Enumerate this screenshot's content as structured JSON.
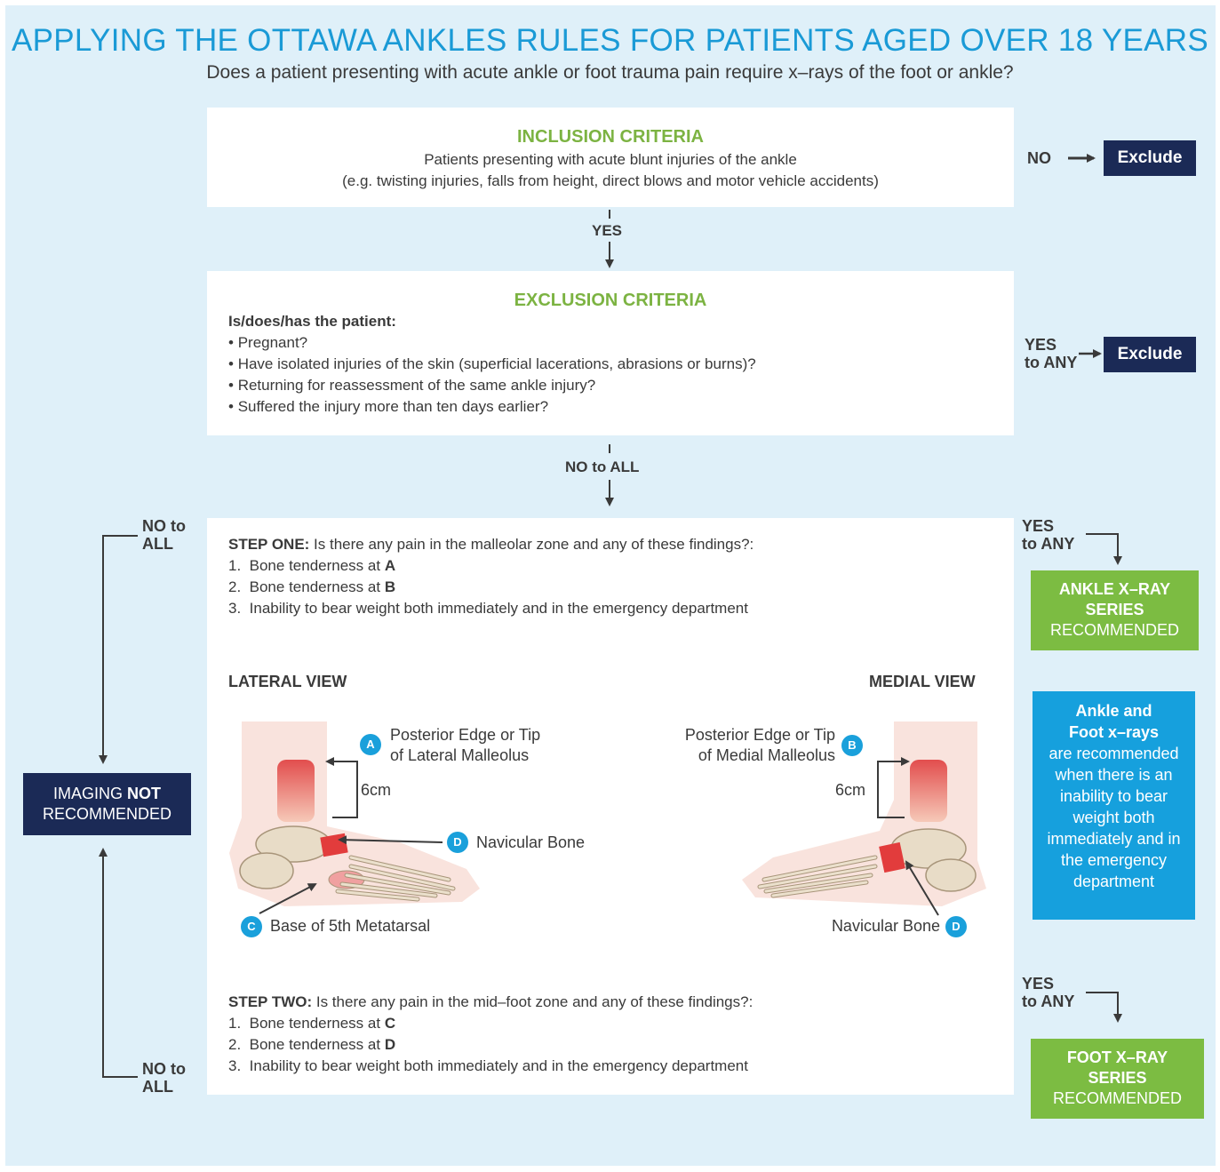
{
  "header": {
    "title": "APPLYING THE OTTAWA ANKLES RULES FOR PATIENTS AGED OVER 18 YEARS",
    "subtitle": "Does a patient presenting with acute ankle or foot trauma pain require x–rays of the foot or ankle?"
  },
  "inclusion": {
    "heading": "INCLUSION CRITERIA",
    "line1": "Patients presenting with acute blunt injuries of the ankle",
    "line2": "(e.g. twisting injuries, falls from height, direct blows and motor vehicle accidents)",
    "no_label": "NO",
    "exclude": "Exclude"
  },
  "yes_label": "YES",
  "exclusion": {
    "heading": "EXCLUSION CRITERIA",
    "prompt": "Is/does/has the patient:",
    "items": [
      "Pregnant?",
      "Have isolated injuries of the skin (superficial lacerations, abrasions or burns)?",
      "Returning for reassessment of the same ankle injury?",
      "Suffered the injury more than ten days earlier?"
    ],
    "yes_line1": "YES",
    "yes_line2": "to ANY",
    "exclude": "Exclude"
  },
  "no_to_all": {
    "line1": "NO to ALL"
  },
  "left_labels": {
    "line1": "NO to",
    "line2": "ALL"
  },
  "step_one": {
    "label": "STEP ONE:",
    "question": " Is there any pain in the malleolar zone and any of these findings?:",
    "items": [
      {
        "num": "1.",
        "text": "Bone tenderness at ",
        "bold": "A"
      },
      {
        "num": "2.",
        "text": "Bone tenderness at ",
        "bold": "B"
      },
      {
        "num": "3.",
        "text": "Inability to bear weight both immediately and in the emergency department",
        "bold": ""
      }
    ]
  },
  "step_two": {
    "label": "STEP TWO:",
    "question": " Is there any pain in the mid–foot zone and any of these findings?:",
    "items": [
      {
        "num": "1.",
        "text": "Bone tenderness at ",
        "bold": "C"
      },
      {
        "num": "2.",
        "text": "Bone tenderness at ",
        "bold": "D"
      },
      {
        "num": "3.",
        "text": "Inability to bear weight both immediately and in the emergency department",
        "bold": ""
      }
    ]
  },
  "views": {
    "lateral": "LATERAL VIEW",
    "medial": "MEDIAL VIEW",
    "a_line1": "Posterior Edge or Tip",
    "a_line2": "of Lateral Malleolus",
    "b_line1": "Posterior Edge or Tip",
    "b_line2": "of Medial Malleolus",
    "cm": "6cm",
    "navicular": "Navicular Bone",
    "base5": "Base of 5th Metatarsal",
    "letters": {
      "a": "A",
      "b": "B",
      "c": "C",
      "d": "D"
    }
  },
  "right": {
    "yes_line1": "YES",
    "yes_line2": "to ANY",
    "ankle_line1": "ANKLE X–RAY",
    "ankle_line2": "SERIES",
    "ankle_line3": "RECOMMENDED",
    "foot_line1": "FOOT X–RAY",
    "foot_line2": "SERIES",
    "foot_line3": "RECOMMENDED",
    "blue_bold1": "Ankle and",
    "blue_bold2": "Foot x–rays",
    "blue_rest": "are recommended when there is an inability to bear weight both immediately and in the emergency department"
  },
  "imaging": {
    "line1a": "IMAGING ",
    "line1b": "NOT",
    "line2": "RECOMMENDED"
  },
  "colors": {
    "background": "#dff0f9",
    "title_blue": "#1a9ad6",
    "heading_green": "#7cb342",
    "navy": "#1b2a56",
    "green_box": "#7cbc42",
    "blue_box": "#16a0dd"
  }
}
